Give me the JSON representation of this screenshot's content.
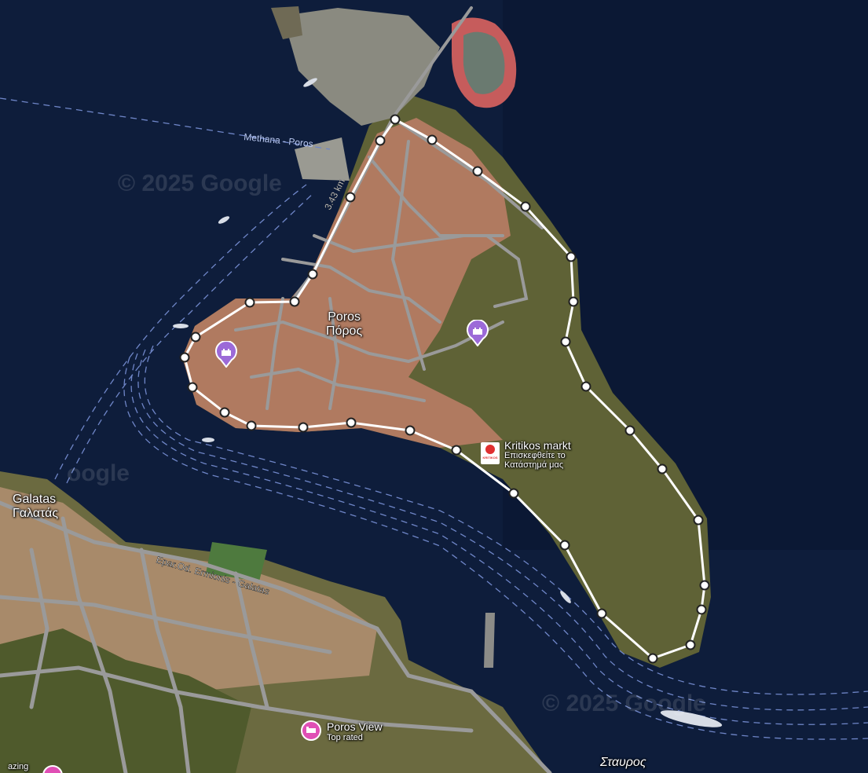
{
  "watermark": "© 2025 Google",
  "watermark_short": "oogle",
  "distance_label": "3.43 km",
  "route_points": 32,
  "places": {
    "poros_en": "Poros",
    "poros_gr": "Πόρος",
    "galatas_en": "Galatas",
    "galatas_gr": "Γαλατάς",
    "stavros": "Σταυρος",
    "ferry_route": "Methana - Poros",
    "road": "Epar.Od. Ermionis - Galatas"
  },
  "pois": {
    "kritikos_title": "Kritikos markt",
    "kritikos_sub1": "Επισκεφθείτε το",
    "kritikos_sub2": "Κατάστημά μας",
    "kritikos_logo": "KRITIKOS",
    "poros_view_title": "Poros View",
    "poros_view_sub": "Top rated",
    "amazing_partial": "azing"
  },
  "colors": {
    "sea": "#0e1d3b",
    "town": "#b88467",
    "land": "#6a6a3c",
    "road": "#9a9a9a",
    "route": "#ffffff",
    "landmark_pin": "#9c6ad8",
    "hotel_pin": "#e04fb5"
  }
}
